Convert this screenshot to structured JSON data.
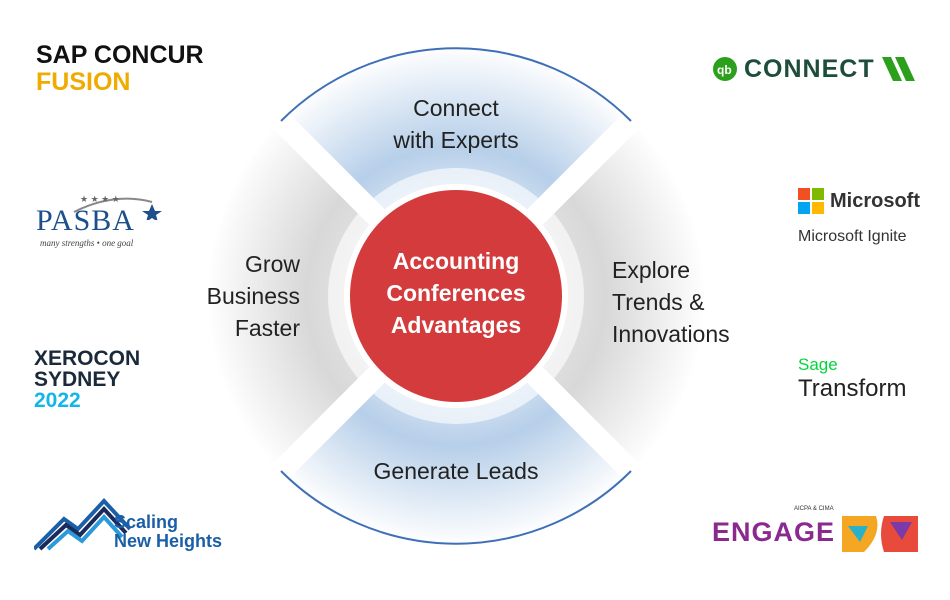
{
  "center": {
    "lines": [
      "Accounting",
      "Conferences",
      "Advantages"
    ],
    "color": "#d33b3d"
  },
  "segments": {
    "top": {
      "lines": [
        "Connect",
        "with Experts"
      ]
    },
    "right": {
      "lines": [
        "Explore",
        "Trends &",
        "Innovations"
      ]
    },
    "bottom": {
      "lines": [
        "Generate Leads"
      ]
    },
    "left": {
      "lines": [
        "Grow",
        "Business",
        "Faster"
      ]
    }
  },
  "logos": {
    "sap": {
      "line1": "SAP CONCUR",
      "line2": "FUSION",
      "color1": "#111111",
      "color2": "#f0ab00"
    },
    "pasba": {
      "name": "PASBA",
      "tagline": "many strengths • one goal",
      "color": "#1c4f8c"
    },
    "xerocon": {
      "line1": "XEROCON",
      "line2": "SYDNEY",
      "line3": "2022",
      "color_dark": "#1b2a3a",
      "color_accent": "#13b5ea"
    },
    "scaling": {
      "line1": "Scaling",
      "line2": "New Heights",
      "color": "#1a5fa8"
    },
    "connect": {
      "name": "CONNECT",
      "qb_color": "#2ca01c",
      "text_color": "#1e4d3a"
    },
    "microsoft": {
      "name": "Microsoft",
      "caption": "Microsoft Ignite"
    },
    "sage": {
      "brand": "Sage",
      "name": "Transform",
      "brand_color": "#00d639"
    },
    "engage": {
      "small": "AICPA & CIMA",
      "name": "ENGAGE",
      "color": "#8a2a8f"
    }
  }
}
